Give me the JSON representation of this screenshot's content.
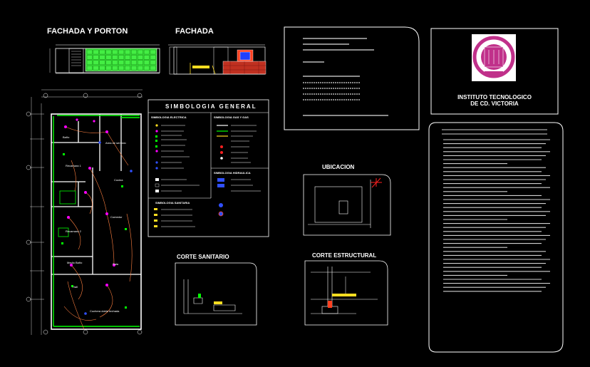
{
  "titles": {
    "fachada_porton": "FACHADA Y PORTON",
    "fachada": "FACHADA",
    "simbologia": "SIMBOLOGIA GENERAL",
    "ubicacion": "UBICACION",
    "corte_sanitario": "CORTE SANITARIO",
    "corte_estructural": "CORTE ESTRUCTURAL"
  },
  "institute": {
    "line1": "INSTITUTO TECNOLOGICO",
    "line2": "DE CD. VICTORIA",
    "seal_text": "INSTITUTO TECNOLOGICO CD. VICTORIA"
  },
  "simbologia": {
    "electrica": "SIMBOLOGIA ELECTRICA",
    "gas": "SIMBOLOGIA GAS Y GAS",
    "hidraulica": "SIMBOLOGIA HIDRAULICA",
    "sanitaria": "SIMBOLOGIA SANITARIA"
  },
  "rooms": {
    "banio": "Baño",
    "area_servicio": "Area de servicio",
    "recamara1": "Recamara 1",
    "recamara2": "Recamara 2",
    "cocina": "Cocina",
    "comedor": "Comedor",
    "medio_banio": "Medio Baño",
    "sala": "Sala",
    "hall": "Hall",
    "cochera": "Cochera doble techada"
  },
  "colors": {
    "background": "#000000",
    "wall": "#ffffff",
    "green": "#00ff00",
    "wire": "#ff8040",
    "magenta": "#ff00ff",
    "blue": "#3050ff",
    "red": "#ff2020",
    "seal": "#c0308a"
  }
}
